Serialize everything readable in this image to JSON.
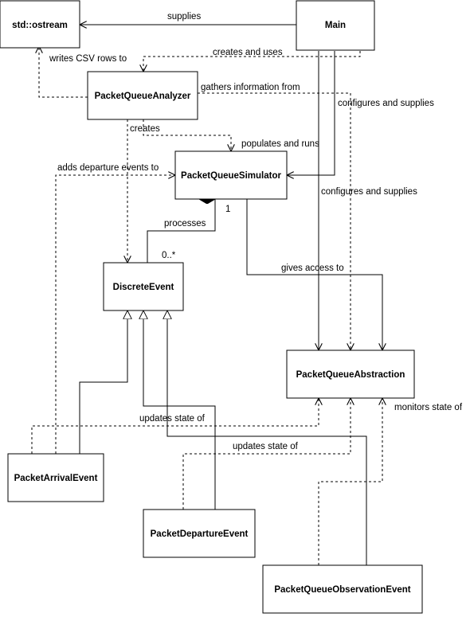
{
  "classes": {
    "ostream": "std::ostream",
    "main": "Main",
    "analyzer": "PacketQueueAnalyzer",
    "simulator": "PacketQueueSimulator",
    "discrete_event": "DiscreteEvent",
    "abstraction": "PacketQueueAbstraction",
    "arrival_event": "PacketArrivalEvent",
    "departure_event": "PacketDepartureEvent",
    "observation_event": "PacketQueueObservationEvent"
  },
  "relations": {
    "supplies": "supplies",
    "creates_and_uses": "creates and uses",
    "writes_csv": "writes CSV rows to",
    "gathers_info": "gathers information from",
    "configures_supplies_1": "configures and supplies",
    "creates": "creates",
    "populates_runs": "populates and runs",
    "adds_departure": "adds departure events to",
    "configures_supplies_2": "configures and supplies",
    "multiplicity_one": "1",
    "processes": "processes",
    "multiplicity_many": "0..*",
    "gives_access": "gives access to",
    "updates_state_1": "updates state of",
    "monitors_state": "monitors state of",
    "updates_state_2": "updates state of"
  }
}
